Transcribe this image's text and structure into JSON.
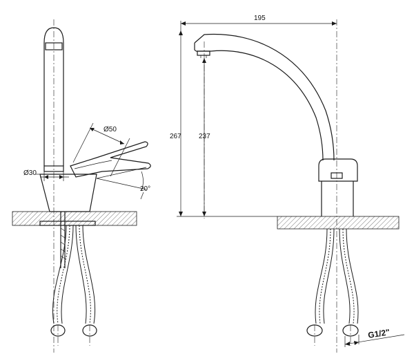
{
  "side_view": {
    "spout_diameter": "Ø30",
    "handle_diameter": "Ø50",
    "handle_angle": "20°"
  },
  "front_view": {
    "reach": "195",
    "total_height": "267",
    "spout_height": "237",
    "thread": "G1/2\""
  }
}
